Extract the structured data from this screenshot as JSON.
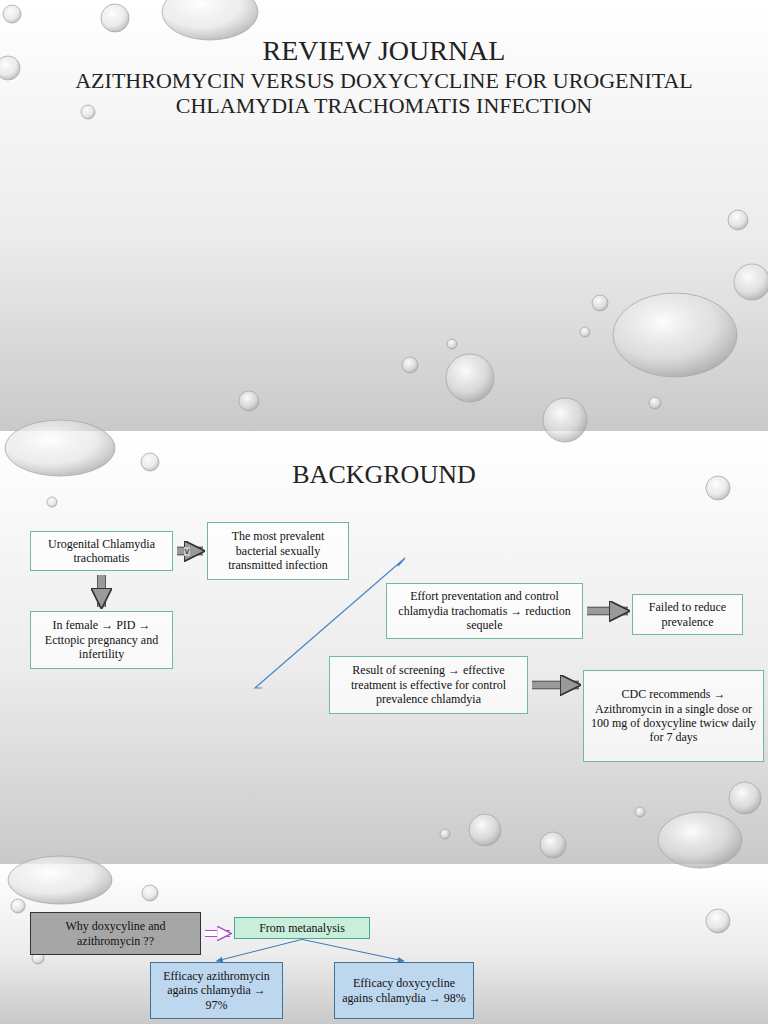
{
  "diagram": {
    "title": "REVIEW JOURNAL",
    "nodes": [
      {
        "text": [
          "Urogenital Chlamydia trachomatis"
        ]
      },
      {
        "text": [
          "The most prevalent bacterial sexually transmitted infection"
        ]
      },
      {
        "text": [
          "In female → PID → Ecttopic pregnancy and infertility"
        ]
      },
      {
        "text": [
          "Effort preventation and control chlamydia trachomatis → reduction sequele"
        ]
      },
      {
        "text": [
          "Failed to reduce prevalence"
        ]
      },
      {
        "text": [
          "Result of screening → effective treatment is effective for control prevalence chlamdyia"
        ]
      },
      {
        "text": [
          "CDC recommends → Azithromycin in a single dose or 100 mg of doxycyline twicw daily for 7 days"
        ]
      },
      {
        "text": [
          "Why doxycyline and azithromycin ??"
        ]
      },
      {
        "text": [
          "From metanalysis"
        ]
      },
      {
        "text": [
          "Efficacy azithromycin agains chlamydia → 97%"
        ]
      },
      {
        "text": [
          "Efficacy doxycycline agains chlamydia → 98%"
        ]
      }
    ],
    "edges": [
      {
        "from": 0,
        "to": 1,
        "label": "v",
        "arrow": "to"
      },
      {
        "from": 0,
        "to": 2,
        "arrow": "to"
      },
      {
        "from": 3,
        "to": 4,
        "arrow": "to"
      },
      {
        "from": 5,
        "to": 6,
        "arrow": "to"
      },
      {
        "from": 7,
        "to": 8,
        "arrow": "to"
      },
      {
        "from": 8,
        "to": 9,
        "arrow": "to"
      },
      {
        "from": 8,
        "to": 10,
        "arrow": "to"
      }
    ],
    "labels": [
      "AZITHROMYCIN VERSUS DOXYCYCLINE FOR UROGENITAL CHLAMYDIA TRACHOMATIS INFECTION",
      "BACKGROUND"
    ]
  }
}
